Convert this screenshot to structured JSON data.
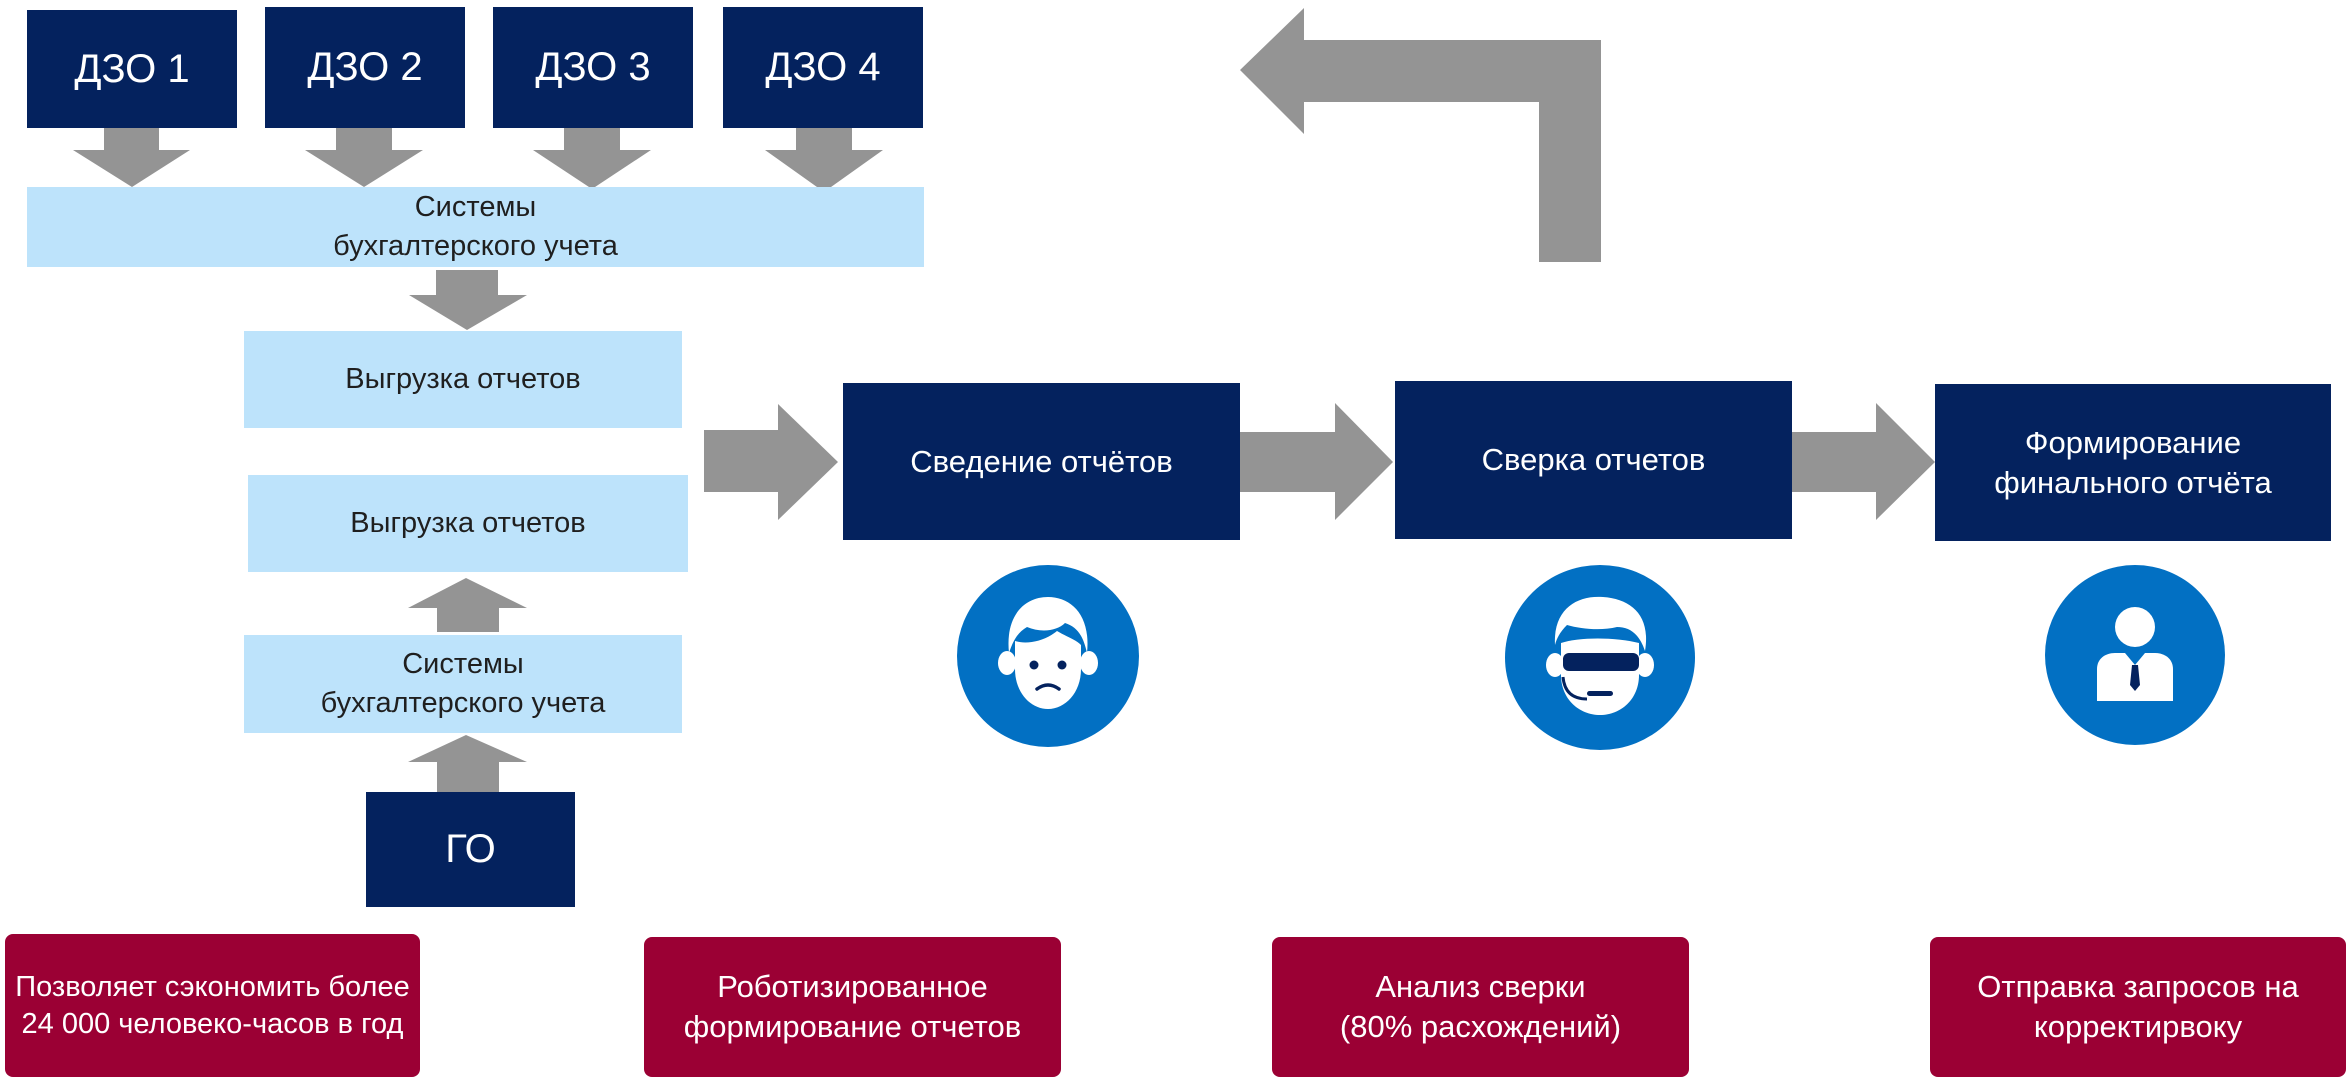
{
  "sources": [
    "ДЗО 1",
    "ДЗО 2",
    "ДЗО 3",
    "ДЗО 4"
  ],
  "head_office": "ГО",
  "accounting_systems_top": "Системы\nбухгалтерского учета",
  "export_top": "Выгрузка отчетов",
  "export_bottom": "Выгрузка отчетов",
  "accounting_systems_bottom": "Системы\nбухгалтерского учета",
  "process_steps": [
    "Сведение отчётов",
    "Сверка отчетов",
    "Формирование\nфинального отчёта"
  ],
  "actors": [
    "robot-face-icon",
    "analyst-face-icon",
    "business-person-icon"
  ],
  "notes": [
    "Позволяет сэкономить более\n24 000 человеко-часов в год",
    "Роботизированное\nформирование отчетов",
    "Анализ сверки\n(80% расхождений)",
    "Отправка запросов на\nкорректирвоку"
  ],
  "colors": {
    "dark_navy": "#04225E",
    "light_blue": "#BDE3FB",
    "crimson": "#9B0034",
    "icon_blue": "#0270C3",
    "arrow_gray": "#949494"
  }
}
